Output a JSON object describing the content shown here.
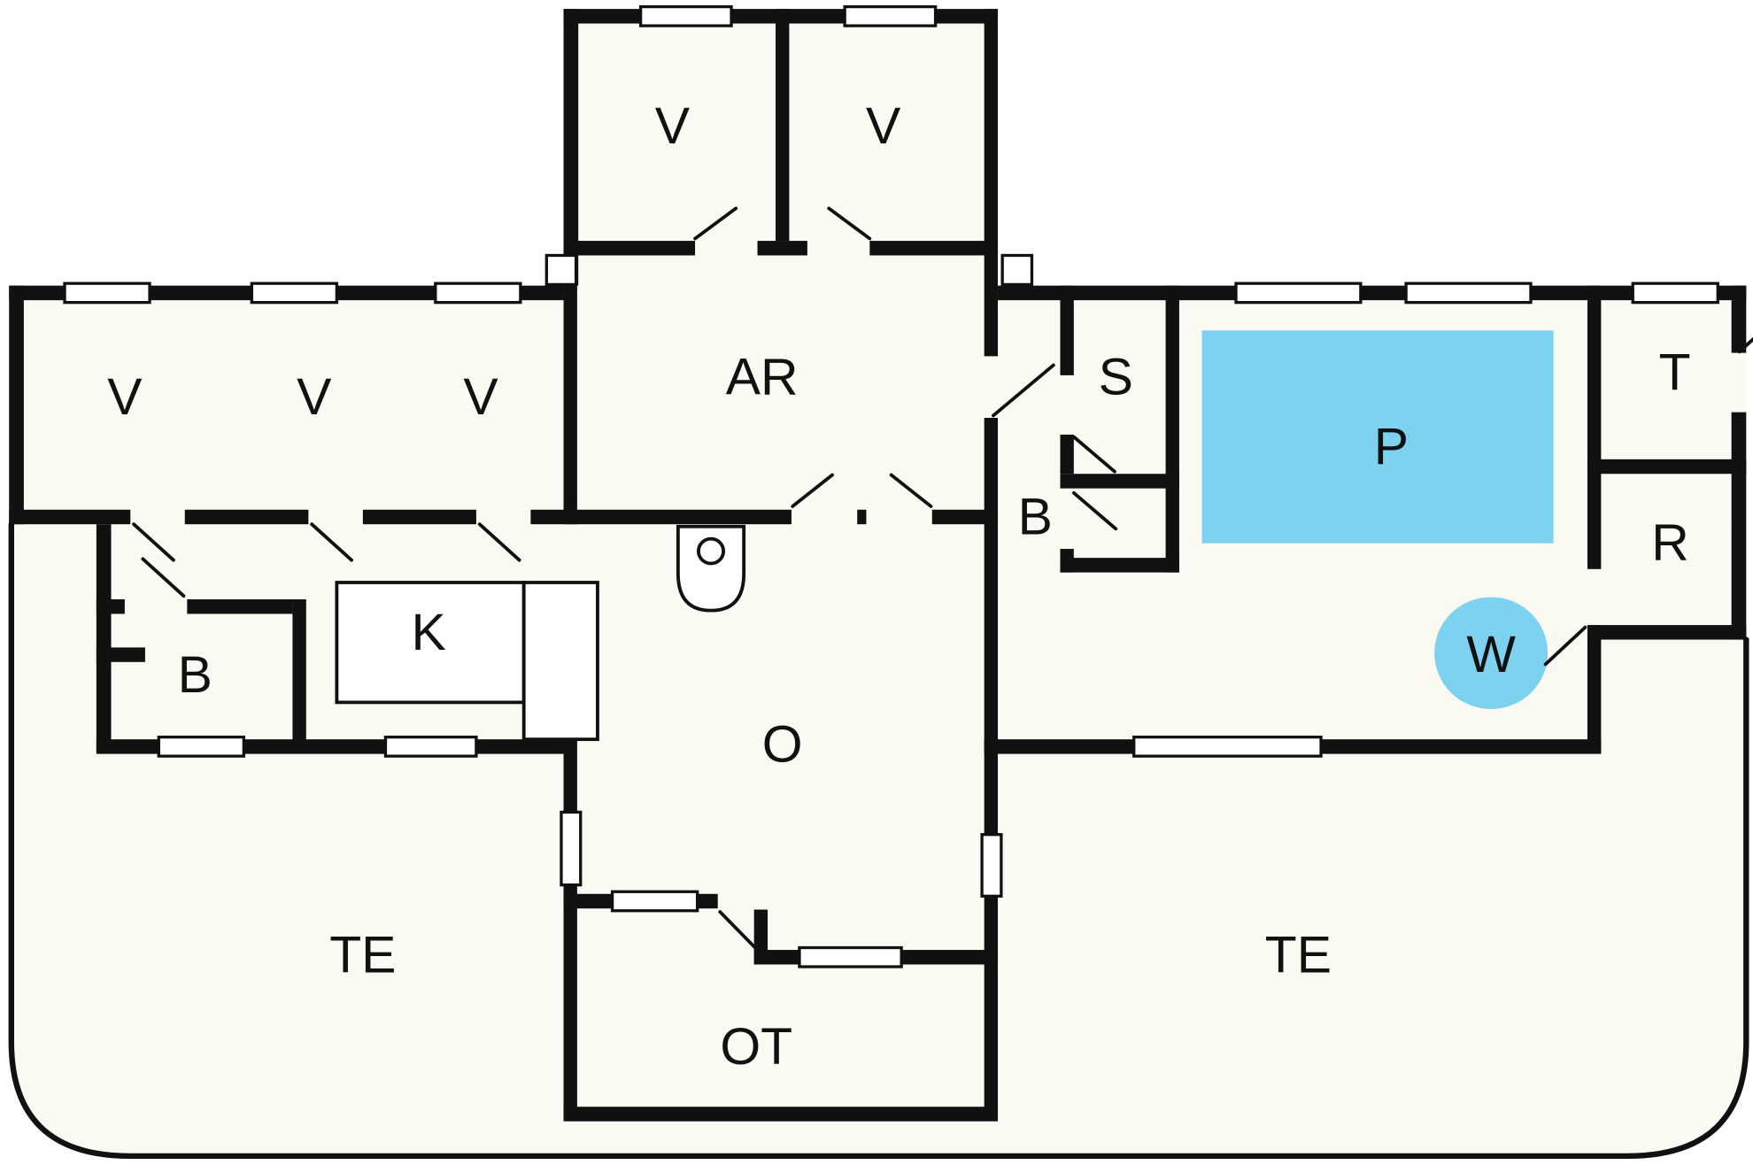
{
  "colors": {
    "wall": "#111111",
    "floor": "#FAFAF2",
    "pool": "#7DD2F0",
    "text": "#111111",
    "outside": "#FFFFFF"
  },
  "rooms": {
    "bedroom_top_1": "V",
    "bedroom_top_2": "V",
    "bedroom_left_1": "V",
    "bedroom_left_2": "V",
    "bedroom_left_3": "V",
    "activity_room": "AR",
    "sauna": "S",
    "bath_east": "B",
    "pool": "P",
    "whirlpool": "W",
    "tech_room": "T",
    "storage_room": "R",
    "bath_west": "B",
    "kitchen": "K",
    "living_room": "O",
    "covered_terrace": "OT",
    "terrace_left": "TE",
    "terrace_right": "TE"
  }
}
